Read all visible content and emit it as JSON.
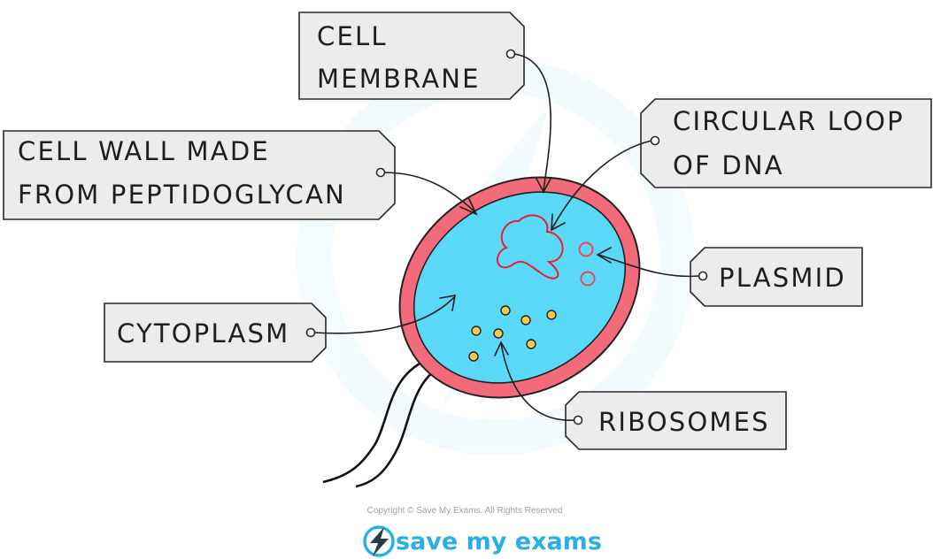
{
  "labels": {
    "cell_membrane": [
      "CELL",
      "MEMBRANE"
    ],
    "cell_wall": [
      "CELL  WALL  MADE",
      "FROM  PEPTIDOGLYCAN"
    ],
    "dna_loop": [
      "CIRCULAR  LOOP",
      "OF  DNA"
    ],
    "plasmid": [
      "PLASMID"
    ],
    "cytoplasm": [
      "CYTOPLASM"
    ],
    "ribosomes": [
      "RIBOSOMES"
    ]
  },
  "footer": {
    "copyright": "Copyright © Save My Exams. All Rights Reserved",
    "brand": "save my exams"
  },
  "colors": {
    "cell_wall": "#f36b7a",
    "cytoplasm": "#5ad8f7",
    "dna": "#e8202a",
    "ribosome": "#f7c94c",
    "tag_fill": "#ececec",
    "brand": "#2aaee8"
  }
}
